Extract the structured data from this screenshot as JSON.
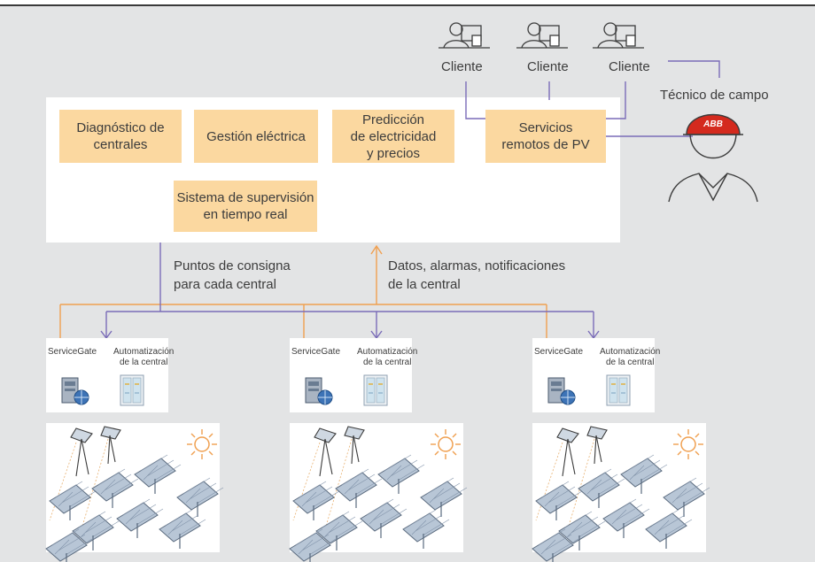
{
  "clients": [
    {
      "label": "Cliente"
    },
    {
      "label": "Cliente"
    },
    {
      "label": "Cliente"
    }
  ],
  "technician": {
    "label": "Técnico de campo",
    "helmet_logo": "ABB"
  },
  "services": [
    {
      "text": "Diagnóstico de\ncentrales"
    },
    {
      "text": "Gestión eléctrica"
    },
    {
      "text": "Predicción\nde electricidad\ny precios"
    },
    {
      "text": "Servicios\nremotos de PV"
    },
    {
      "text": "Sistema de supervisión\nen tiempo real"
    }
  ],
  "flows": {
    "setpoints": "Puntos de consigna\npara cada central",
    "data": "Datos, alarmas, notificaciones\nde la central"
  },
  "plants": [
    {
      "servicegate": "ServiceGate",
      "automation": "Automatización\nde la central"
    },
    {
      "servicegate": "ServiceGate",
      "automation": "Automatización\nde la central"
    },
    {
      "servicegate": "ServiceGate",
      "automation": "Automatización\nde la central"
    }
  ],
  "colors": {
    "panel": "#e3e4e5",
    "service_box": "#fbd8a0",
    "orange_line": "#f0a050",
    "purple_line": "#7a6cb8",
    "text": "#3c3c3c",
    "abb_red": "#d42a1e"
  },
  "icons": [
    "user-at-computer-icon",
    "field-technician-icon",
    "servicegate-server-icon",
    "automation-cabinet-icon",
    "sun-icon",
    "solar-tracker-icon",
    "solar-panel-icon"
  ]
}
